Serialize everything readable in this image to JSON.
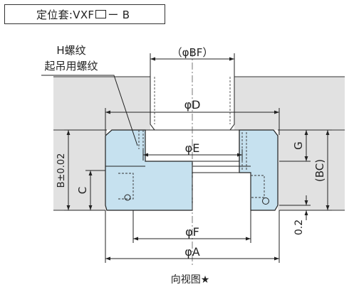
{
  "header": {
    "title_prefix": "定位套:VXF",
    "title_suffix": "ー B"
  },
  "callout": {
    "line1": "H螺纹",
    "line2": "起吊用螺纹"
  },
  "dimensions": {
    "bf": "（φBF）",
    "d": "φD",
    "e": "φE",
    "f": "φF",
    "a": "φA",
    "g": "G",
    "bc": "(BC)",
    "b": "B±0.02",
    "c": "C",
    "offset": "0.2"
  },
  "caption": "向视图★",
  "colors": {
    "plate": "#e1e1e1",
    "bushing": "#c6e1ef",
    "line": "#222222"
  }
}
